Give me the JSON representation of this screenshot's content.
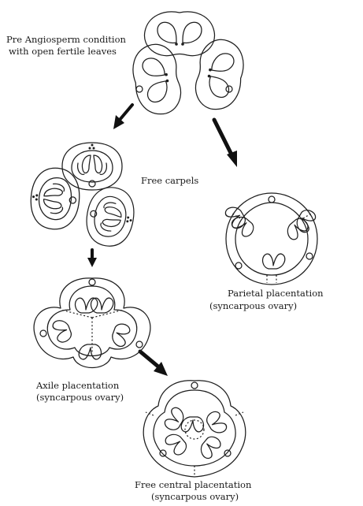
{
  "labels": {
    "pre_angiosperm_line1": "Pre Angiosperm condition",
    "pre_angiosperm_line2": "with open fertile leaves",
    "free_carpels": "Free carpels",
    "parietal_line1": "Parietal placentation",
    "parietal_line2": "(syncarpous ovary)",
    "axile_line1": "Axile placentation",
    "axile_line2": "(syncarpous ovary)",
    "free_central_line1": "Free central placentation",
    "free_central_line2": "(syncarpous ovary)"
  }
}
